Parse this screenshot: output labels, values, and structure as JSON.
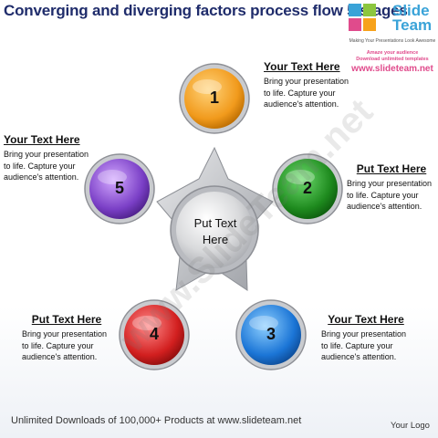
{
  "title": "Converging and diverging factors process flow 5 stages",
  "logo": {
    "slide": "Slide",
    "team": "Team",
    "tagline": "Making Your Presentations Look Awesome",
    "line1": "Amaze your audience",
    "line2": "Download unlimited templates",
    "url": "www.slideteam.net"
  },
  "center": {
    "text_line1": "Put Text",
    "text_line2": "Here"
  },
  "nodes": [
    {
      "number": "1",
      "color": "#f19a1c"
    },
    {
      "number": "2",
      "color": "#1e8a1e"
    },
    {
      "number": "3",
      "color": "#1b75d6"
    },
    {
      "number": "4",
      "color": "#d21f1f"
    },
    {
      "number": "5",
      "color": "#7a3fc6"
    }
  ],
  "callouts": {
    "top_right": {
      "heading": "Your Text Here",
      "body": "Bring your presentation to life. Capture your audience's attention."
    },
    "right": {
      "heading": "Put Text Here",
      "body": "Bring your presentation to life. Capture your audience's attention."
    },
    "bottom_right": {
      "heading": "Your Text Here",
      "body": "Bring your presentation to life. Capture your audience's attention."
    },
    "bottom_left": {
      "heading": "Put Text Here",
      "body": "Bring your presentation to life. Capture your audience's attention."
    },
    "left": {
      "heading": "Your Text Here",
      "body": "Bring your presentation to life. Capture your audience's attention."
    }
  },
  "watermark": "www.SlideTeam.net",
  "footer": "Unlimited Downloads of 100,000+ Products at www.slideteam.net",
  "your_logo": "Your Logo"
}
